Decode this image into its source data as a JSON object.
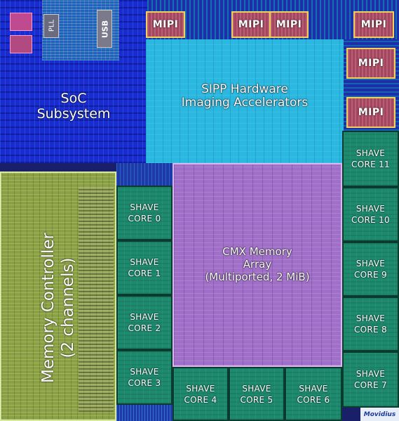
{
  "soc": {
    "line1": "SoC",
    "line2": "Subsystem"
  },
  "pll": "PLL",
  "usb": "USB",
  "sipp": {
    "line1": "SIPP Hardware",
    "line2": "Imaging Accelerators"
  },
  "cmx": {
    "line1": "CMX Memory",
    "line2": "Array",
    "line3": "(Multiported, 2 MiB)"
  },
  "memctrl": {
    "line1": "Memory Controller",
    "line2": "(2 channels)"
  },
  "mipi": [
    "MIPI",
    "MIPI",
    "MIPI",
    "MIPI",
    "MIPI",
    "MIPI"
  ],
  "cores": [
    {
      "line1": "SHAVE",
      "line2": "CORE 0"
    },
    {
      "line1": "SHAVE",
      "line2": "CORE 1"
    },
    {
      "line1": "SHAVE",
      "line2": "CORE 2"
    },
    {
      "line1": "SHAVE",
      "line2": "CORE 3"
    },
    {
      "line1": "SHAVE",
      "line2": "CORE 4"
    },
    {
      "line1": "SHAVE",
      "line2": "CORE 5"
    },
    {
      "line1": "SHAVE",
      "line2": "CORE 6"
    },
    {
      "line1": "SHAVE",
      "line2": "CORE 7"
    },
    {
      "line1": "SHAVE",
      "line2": "CORE 8"
    },
    {
      "line1": "SHAVE",
      "line2": "CORE 9"
    },
    {
      "line1": "SHAVE",
      "line2": "CORE 10"
    },
    {
      "line1": "SHAVE",
      "line2": "CORE 11"
    }
  ],
  "logo": "Movidius",
  "colors": {
    "soc": "#1a2bd0",
    "sipp": "#2bb8e0",
    "cmx": "#a070c8",
    "memctrl": "#8aa048",
    "shave": "#1d8a6e",
    "mipi": "#a3475e"
  }
}
